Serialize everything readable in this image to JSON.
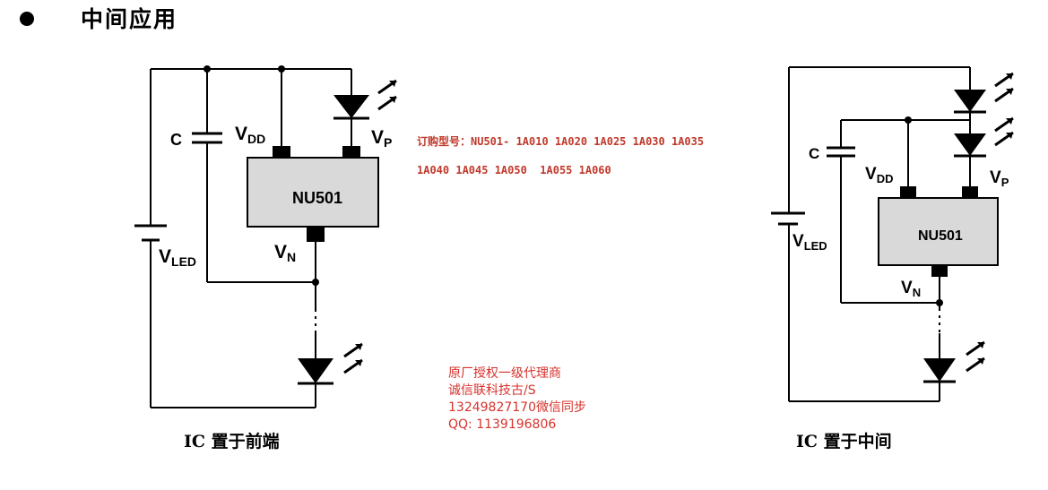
{
  "heading": {
    "bullet": "●",
    "title": "中间应用"
  },
  "order_info": {
    "line1": "订购型号：NU501- 1A010 1A020 1A025 1A030 1A035",
    "line2": "1A040 1A045 1A050  1A055 1A060"
  },
  "agent_info": {
    "line1": "原厂授权一级代理商",
    "line2": "诚信联科技古/S",
    "line3": "13249827170微信同步",
    "line4": "QQ: 1139196806"
  },
  "diagram_left": {
    "chip": "NU501",
    "cap_label": "C",
    "vdd_main": "V",
    "vdd_sub": "DD",
    "vp_main": "V",
    "vp_sub": "P",
    "vn_main": "V",
    "vn_sub": "N",
    "vled_main": "V",
    "vled_sub": "LED",
    "caption": "IC 置于前端"
  },
  "diagram_right": {
    "chip": "NU501",
    "cap_label": "C",
    "vdd_main": "V",
    "vdd_sub": "DD",
    "vp_main": "V",
    "vp_sub": "P",
    "vn_main": "V",
    "vn_sub": "N",
    "vled_main": "V",
    "vled_sub": "LED",
    "caption": "IC 置于中间"
  },
  "colors": {
    "annotation_red": "#c0392b",
    "chip_fill": "#d9d9d9"
  }
}
